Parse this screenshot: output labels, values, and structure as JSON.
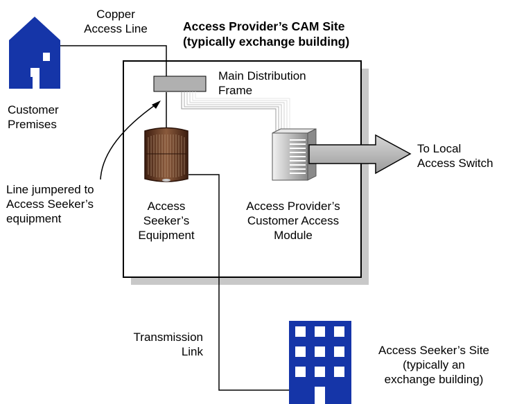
{
  "site": {
    "title_line1": "Access Provider’s CAM Site",
    "title_line2": "(typically exchange building)"
  },
  "copper_line": {
    "line1": "Copper",
    "line2": "Access Line"
  },
  "customer": {
    "line1": "Customer",
    "line2": "Premises"
  },
  "mdf": {
    "line1": "Main Distribution",
    "line2": "Frame"
  },
  "jumper": {
    "line1": "Line jumpered to",
    "line2": "Access Seeker’s",
    "line3": "equipment"
  },
  "seeker_equipment": {
    "line1": "Access",
    "line2": "Seeker’s",
    "line3": "Equipment"
  },
  "cam": {
    "line1": "Access Provider’s",
    "line2": "Customer Access",
    "line3": "Module"
  },
  "local_switch": {
    "line1": "To Local",
    "line2": "Access Switch"
  },
  "transmission": {
    "line1": "Transmission",
    "line2": "Link"
  },
  "seeker_site": {
    "line1": "Access Seeker’s Site",
    "line2": "(typically an",
    "line3": "exchange building)"
  },
  "colors": {
    "building_blue": "#1535a8",
    "mdf_gray": "#b0b0b0",
    "rack_brown": "#6b3a20",
    "shadow_gray": "#c8c8c8"
  }
}
